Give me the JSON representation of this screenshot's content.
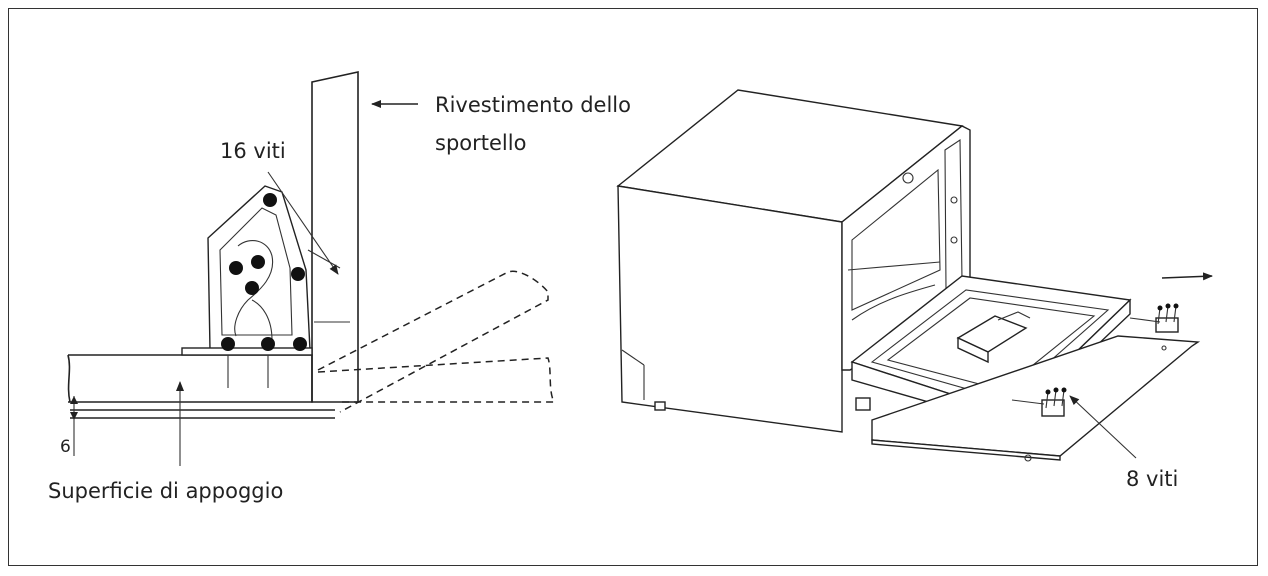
{
  "labels": {
    "door_cladding_line1": "Rivestimento dello",
    "door_cladding_line2": "sportello",
    "screws_16": "16 viti",
    "support_surface": "Superficie di appoggio",
    "dimension_6": "6",
    "screws_8": "8 viti"
  },
  "icons": {
    "arrow_left": "arrow-left-icon",
    "arrow_right": "arrow-right-icon"
  }
}
